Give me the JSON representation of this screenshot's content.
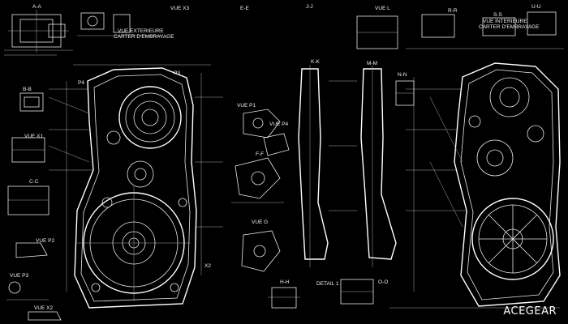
{
  "view_labels": {
    "aa": "A-A",
    "vue_x3": "VUE X3",
    "ee": "E-E",
    "jj": "J-J",
    "vue_l": "VUE L",
    "rr": "R-R",
    "ss": "S-S",
    "uu": "U-U",
    "vue_ext_1": "VUE EXTERIEURE",
    "vue_ext_2": "CARTER D'EMBRAYAGE",
    "vue_int_1": "VUE INTERIEURE",
    "vue_int_2": "CARTER D'EMBRAYAGE",
    "p4": "P4",
    "p3": "P3",
    "bb": "B-B",
    "vue_p1": "VUE P1",
    "vue_p4": "VUE P4",
    "kk": "K-K",
    "mm": "M-M",
    "nn": "N-N",
    "vue_x1": "VUE X1",
    "ff": "F-F",
    "cc": "C-C",
    "vue_g": "VUE G",
    "vue_p2": "VUE P2",
    "x2": "X2",
    "vue_p3": "VUE P3",
    "hh": "H-H",
    "detail1": "DETAIL 1",
    "oo": "O-O",
    "vue_x2": "VUE X2"
  },
  "watermark": "AceGear",
  "colors": {
    "background": "#000000",
    "line": "#e8e8e8"
  }
}
